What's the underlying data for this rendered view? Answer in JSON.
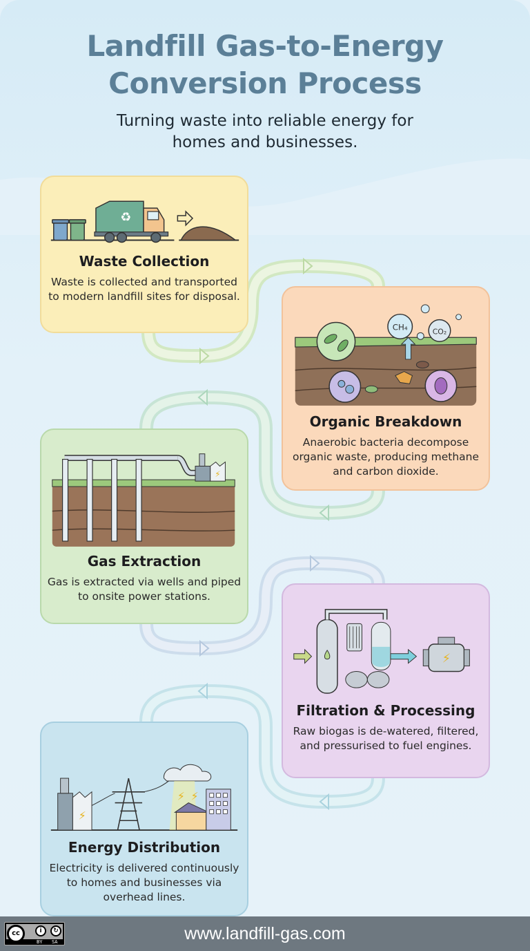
{
  "header": {
    "title_line1": "Landfill Gas-to-Energy",
    "title_line2": "Conversion Process",
    "subtitle_line1": "Turning waste into reliable energy for",
    "subtitle_line2": "homes and businesses."
  },
  "steps": [
    {
      "title": "Waste Collection",
      "description": "Waste is collected and transported to modern landfill sites for disposal.",
      "icon": "garbage-truck-icon",
      "color": "#fbeeb9"
    },
    {
      "title": "Organic Breakdown",
      "description": "Anaerobic bacteria decompose organic waste, producing methane and carbon dioxide.",
      "icon": "bacteria-soil-icon",
      "color": "#fbd9bb",
      "gas_labels": [
        "CH₄",
        "CO₂"
      ]
    },
    {
      "title": "Gas Extraction",
      "description": "Gas is extracted via wells and piped to onsite power stations.",
      "icon": "gas-wells-icon",
      "color": "#d8eccc"
    },
    {
      "title": "Filtration & Processing",
      "description": "Raw biogas is de-watered, filtered, and pressurised to fuel engines.",
      "icon": "filtration-plant-icon",
      "color": "#e9d5ef"
    },
    {
      "title": "Energy Distribution",
      "description": "Electricity is delivered continuously to homes and businesses via overhead lines.",
      "icon": "power-grid-icon",
      "color": "#c9e4ef"
    }
  ],
  "footer": {
    "url": "www.landfill-gas.com",
    "license": {
      "cc": "cc",
      "by": "BY",
      "sa": "SA"
    }
  }
}
